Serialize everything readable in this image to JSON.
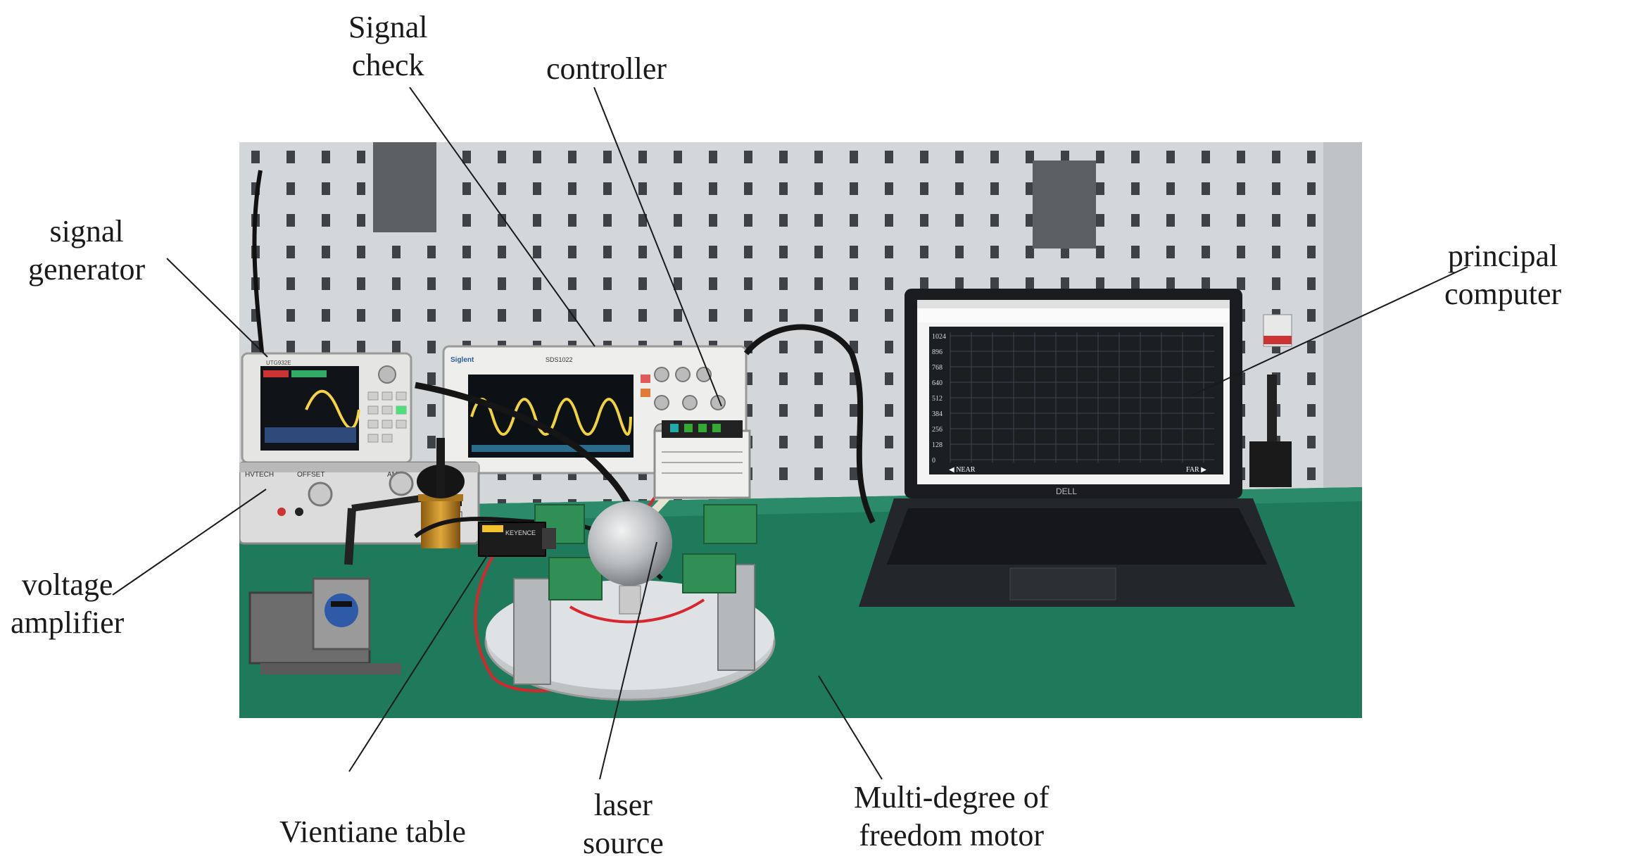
{
  "labels": {
    "signal_check": [
      "Signal",
      "check"
    ],
    "controller": [
      "controller"
    ],
    "signal_generator": [
      "signal",
      "generator"
    ],
    "principal_computer": [
      "principal",
      "computer"
    ],
    "voltage_amplifier": [
      "voltage",
      "amplifier"
    ],
    "vientiane_table": [
      "Vientiane table"
    ],
    "laser_source": [
      "laser",
      "source"
    ],
    "motor": [
      "Multi-degree of",
      "freedom motor"
    ]
  },
  "photo_text": {
    "oscilloscope_brand": "SDS1022",
    "generator_brand": "UTG932E",
    "amplifier_brand": "HVTECH",
    "amplifier_offset": "OFFSET",
    "amplifier_ampl": "AMPL",
    "laser_brand": "KEYENCE",
    "laptop_brand": "DELL",
    "screen_y_ticks": [
      "1024",
      "896",
      "768",
      "640",
      "512",
      "384",
      "256",
      "128",
      "0"
    ],
    "screen_near": "◀ NEAR",
    "screen_far": "FAR ▶"
  },
  "colors": {
    "pegboard": "#d4d7da",
    "bench_green": "#1f7a5c",
    "laptop_screen": "#1c1f22",
    "red_wire": "#d8262e"
  }
}
